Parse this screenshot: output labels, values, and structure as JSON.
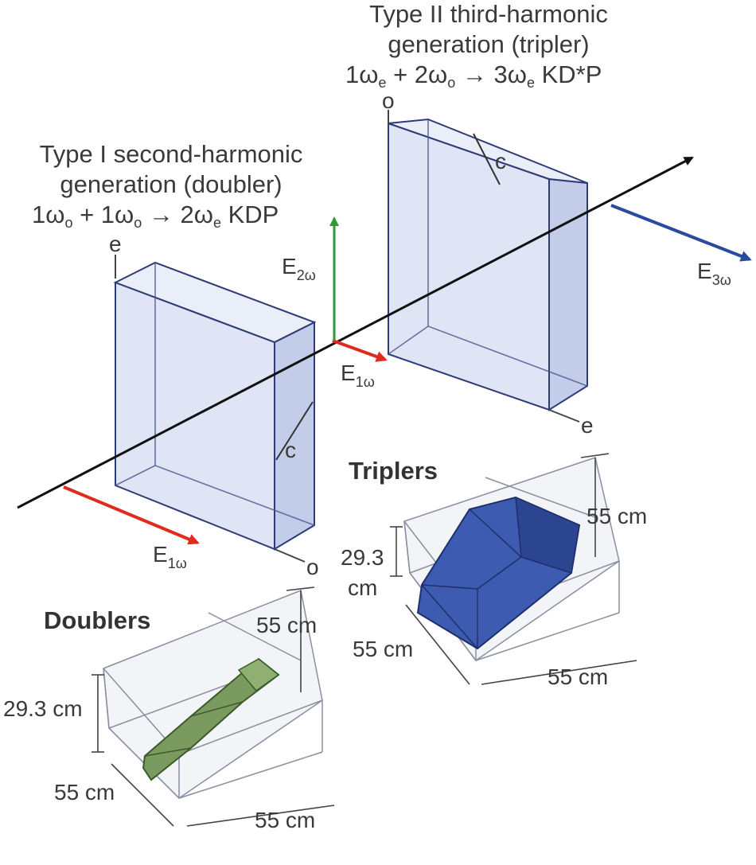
{
  "tripler": {
    "title_line1": "Type II third-harmonic",
    "title_line2": "generation (tripler)",
    "eq_a": "1ω",
    "eq_a_sub": "e",
    "eq_b": " + 2ω",
    "eq_b_sub": "o",
    "eq_c": " → 3ω",
    "eq_c_sub": "e",
    "eq_d": " KD*P",
    "axis_top": "o",
    "axis_bottom": "e",
    "crystal_axis": "c"
  },
  "doubler": {
    "title_line1": "Type I second-harmonic",
    "title_line2": "generation (doubler)",
    "eq_a": "1ω",
    "eq_a_sub": "o",
    "eq_b": " + 1ω",
    "eq_b_sub": "o",
    "eq_c": " → 2ω",
    "eq_c_sub": "e",
    "eq_d": " KDP",
    "axis_top": "e",
    "axis_bottom": "o",
    "crystal_axis": "c"
  },
  "fields": {
    "e2w": "E",
    "e2w_sub": "2ω",
    "e1w_mid": "E",
    "e1w_mid_sub": "1ω",
    "e3w": "E",
    "e3w_sub": "3ω",
    "e1w_in": "E",
    "e1w_in_sub": "1ω"
  },
  "triplers_box": {
    "heading": "Triplers",
    "height": "29.3",
    "height_unit": "cm",
    "depth": "55 cm",
    "width": "55 cm",
    "side": "55 cm"
  },
  "doublers_box": {
    "heading": "Doublers",
    "height": "29.3 cm",
    "depth": "55 cm",
    "width": "55 cm",
    "side": "55 cm"
  },
  "colors": {
    "beam": "#111111",
    "red": "#e02a1e",
    "green": "#2e9a3a",
    "blue": "#2a4aa0",
    "tripler_crystal": "#3d5bb0",
    "doubler_crystal": "#7a9a60"
  }
}
